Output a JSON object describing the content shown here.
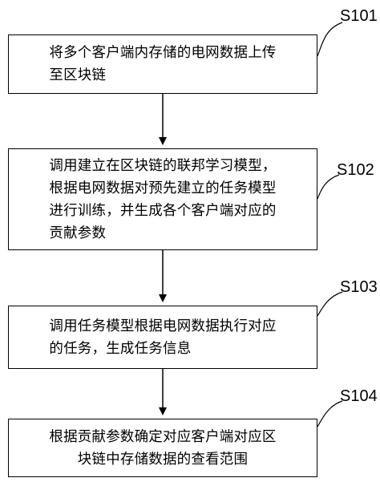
{
  "steps": [
    {
      "label": "S101",
      "lines": [
        "将多个客户端内存储的电网数据上传",
        "至区块链"
      ]
    },
    {
      "label": "S102",
      "lines": [
        "调用建立在区块链的联邦学习模型，",
        "根据电网数据对预先建立的任务模型",
        "进行训练，并生成各个客户端对应的",
        "贡献参数"
      ]
    },
    {
      "label": "S103",
      "lines": [
        "调用任务模型根据电网数据执行对应",
        "的任务，生成任务信息"
      ]
    },
    {
      "label": "S104",
      "lines": [
        "根据贡献参数确定对应客户端对应区",
        "块链中存储数据的查看范围"
      ]
    }
  ],
  "colors": {
    "stroke": "#000000",
    "background": "#ffffff"
  }
}
